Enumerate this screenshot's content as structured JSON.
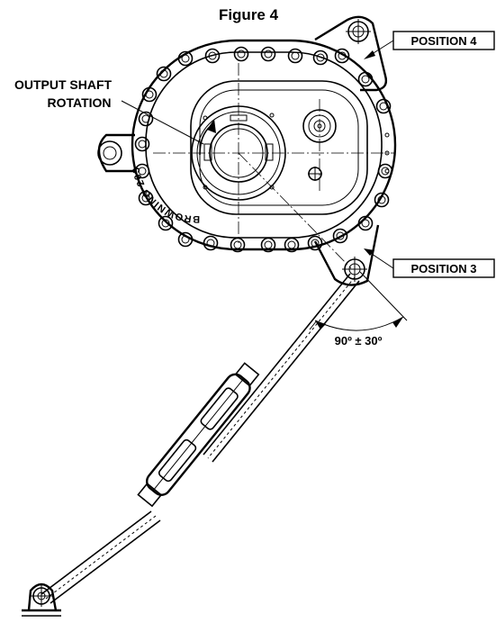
{
  "figure_title": "Figure 4",
  "labels": {
    "output_shaft_line1": "OUTPUT SHAFT",
    "output_shaft_line2": "ROTATION",
    "position_4": "POSITION 4",
    "position_3": "POSITION 3",
    "angle": "90º ± 30º"
  },
  "housing_logo_text": "BROWNING 203"
}
